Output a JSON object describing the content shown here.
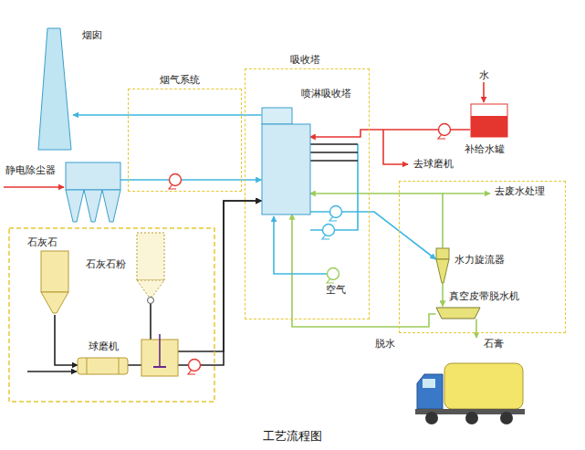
{
  "diagram": {
    "caption": "工艺流程图",
    "nodes": [
      {
        "text": [
          "烟囱"
        ]
      },
      {
        "text": [
          "烟气系统"
        ]
      },
      {
        "text": [
          "吸收塔"
        ]
      },
      {
        "text": [
          "喷淋吸收塔"
        ],
        "in": 2
      },
      {
        "text": [
          "补给水罐"
        ]
      },
      {
        "text": [
          "静电除尘器"
        ]
      },
      {
        "text": [
          "脱水"
        ]
      },
      {
        "text": [
          "水力旋流器"
        ],
        "in": 6
      },
      {
        "text": [
          "真空皮带脱水机"
        ],
        "in": 6
      },
      {
        "text": [
          "石灰石"
        ]
      },
      {
        "text": [
          "石灰石粉"
        ]
      },
      {
        "text": [
          "球磨机"
        ]
      },
      {
        "text": [
          "石膏"
        ]
      }
    ],
    "edges": [
      {
        "from": 5,
        "to": 3,
        "arrow": "to"
      },
      {
        "from": 3,
        "to": 0,
        "arrow": "to"
      },
      {
        "from": 4,
        "to": 3,
        "arrow": "to"
      },
      {
        "from": 9,
        "to": 11,
        "arrow": "to"
      },
      {
        "from": 11,
        "to": 3,
        "arrow": "to"
      },
      {
        "from": 10,
        "to": 3,
        "arrow": "to"
      },
      {
        "from": 3,
        "to": 7,
        "arrow": "to"
      },
      {
        "from": 7,
        "to": 8,
        "arrow": "to"
      },
      {
        "from": 7,
        "to": 3,
        "arrow": "to"
      },
      {
        "from": 8,
        "to": 3,
        "arrow": "to"
      },
      {
        "from": 8,
        "to": 12,
        "arrow": "to"
      }
    ],
    "labels": [
      "水",
      "去球磨机",
      "去废水处理",
      "空气"
    ]
  }
}
